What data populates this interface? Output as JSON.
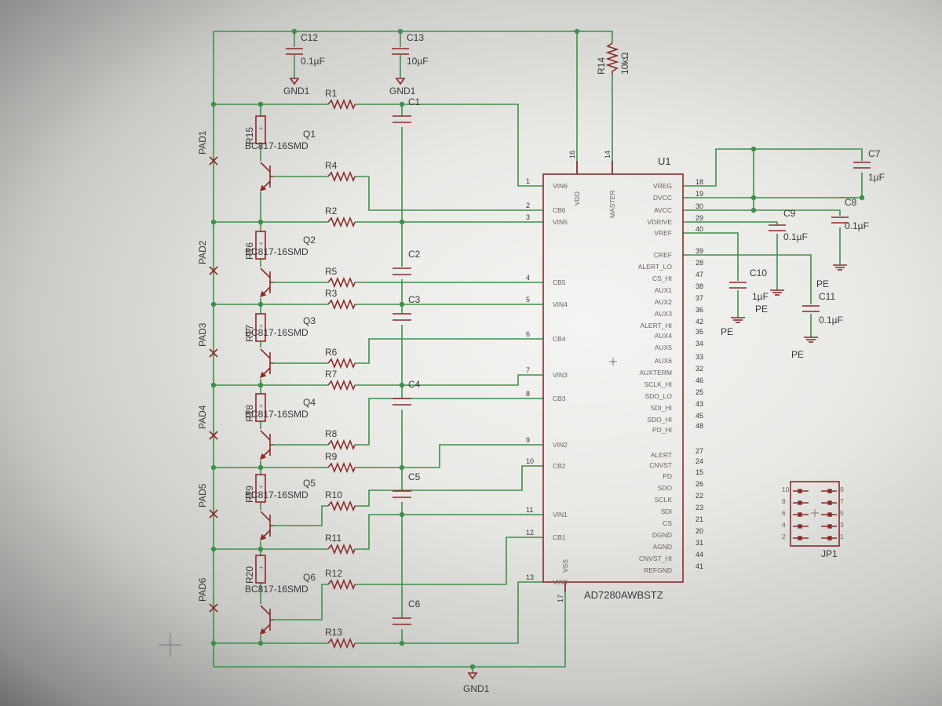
{
  "chip": {
    "ref": "U1",
    "part": "AD7280AWBSTZ",
    "vdd": "VDD",
    "vss": "VSS",
    "master": "MASTER",
    "vdd_pin": "16",
    "vss_pin": "17",
    "master_pin": "14",
    "left_pins": [
      {
        "num": "1",
        "name": "VIN6"
      },
      {
        "num": "2",
        "name": "CB6"
      },
      {
        "num": "3",
        "name": "VIN5"
      },
      {
        "num": "4",
        "name": "CB5"
      },
      {
        "num": "5",
        "name": "VIN4"
      },
      {
        "num": "6",
        "name": "CB4"
      },
      {
        "num": "7",
        "name": "VIN3"
      },
      {
        "num": "8",
        "name": "CB3"
      },
      {
        "num": "9",
        "name": "VIN2"
      },
      {
        "num": "10",
        "name": "CB2"
      },
      {
        "num": "11",
        "name": "VIN1"
      },
      {
        "num": "12",
        "name": "CB1"
      },
      {
        "num": "13",
        "name": "VIN0"
      }
    ],
    "right_pins": [
      {
        "num": "18",
        "name": "VREG"
      },
      {
        "num": "19",
        "name": "DVCC"
      },
      {
        "num": "30",
        "name": "AVCC"
      },
      {
        "num": "29",
        "name": "VDRIVE"
      },
      {
        "num": "40",
        "name": "VREF"
      },
      {
        "num": "39",
        "name": "CREF"
      },
      {
        "num": "28",
        "name": "ALERT_LO"
      },
      {
        "num": "47",
        "name": "CS_HI"
      },
      {
        "num": "38",
        "name": "AUX1"
      },
      {
        "num": "37",
        "name": "AUX2"
      },
      {
        "num": "36",
        "name": "AUX3"
      },
      {
        "num": "42",
        "name": "ALERT_HI"
      },
      {
        "num": "35",
        "name": "AUX4"
      },
      {
        "num": "34",
        "name": "AUX5"
      },
      {
        "num": "33",
        "name": "AUX6"
      },
      {
        "num": "32",
        "name": "AUXTERM"
      },
      {
        "num": "46",
        "name": "SCLK_HI"
      },
      {
        "num": "25",
        "name": "SDO_LO"
      },
      {
        "num": "43",
        "name": "SDI_HI"
      },
      {
        "num": "45",
        "name": "SDO_HI"
      },
      {
        "num": "48",
        "name": "PD_HI"
      },
      {
        "num": "27",
        "name": "ALERT"
      },
      {
        "num": "24",
        "name": "CNVST"
      },
      {
        "num": "15",
        "name": "PD"
      },
      {
        "num": "26",
        "name": "SDO"
      },
      {
        "num": "22",
        "name": "SCLK"
      },
      {
        "num": "23",
        "name": "SDI"
      },
      {
        "num": "21",
        "name": "CS"
      },
      {
        "num": "20",
        "name": "DGND"
      },
      {
        "num": "31",
        "name": "AGND"
      },
      {
        "num": "44",
        "name": "CNVST_HI"
      },
      {
        "num": "41",
        "name": "REFGND"
      }
    ]
  },
  "pads": [
    "PAD1",
    "PAD2",
    "PAD3",
    "PAD4",
    "PAD5",
    "PAD6"
  ],
  "transistors": [
    {
      "ref": "Q1",
      "part": "BC817-16SMD",
      "bias": "R15"
    },
    {
      "ref": "Q2",
      "part": "BC817-16SMD",
      "bias": "R16"
    },
    {
      "ref": "Q3",
      "part": "BC817-16SMD",
      "bias": "R17"
    },
    {
      "ref": "Q4",
      "part": "BC817-16SMD",
      "bias": "R18"
    },
    {
      "ref": "Q5",
      "part": "BC817-16SMD",
      "bias": "R19"
    },
    {
      "ref": "Q6",
      "part": "BC817-16SMD",
      "bias": "R20"
    }
  ],
  "vin_resistors": [
    "R1",
    "R2",
    "R3",
    "R7",
    "R9",
    "R11",
    "R13"
  ],
  "cb_resistors": [
    "R4",
    "R5",
    "R6",
    "R8",
    "R10",
    "R12"
  ],
  "filter_caps": [
    "C1",
    "C2",
    "C3",
    "C4",
    "C5",
    "C6"
  ],
  "top_caps": [
    {
      "ref": "C12",
      "value": "0.1µF",
      "gnd": "GND1"
    },
    {
      "ref": "C13",
      "value": "10µF",
      "gnd": "GND1"
    }
  ],
  "r14": {
    "ref": "R14",
    "value": "10kΩ"
  },
  "right_caps": [
    {
      "ref": "C7",
      "value": "1µF"
    },
    {
      "ref": "C8",
      "value": "0.1µF",
      "gnd": "PE"
    },
    {
      "ref": "C9",
      "value": "0.1µF"
    },
    {
      "ref": "C10",
      "value": "1µF",
      "gnd": "PE"
    },
    {
      "ref": "C11",
      "value": "0.1µF",
      "gnd": "PE"
    }
  ],
  "pe_extra": "PE",
  "bottom_gnd": "GND1",
  "connector": {
    "ref": "JP1",
    "left_nums": [
      "10",
      "8",
      "6",
      "4",
      "2"
    ],
    "right_nums": [
      "9",
      "7",
      "5",
      "3",
      "1"
    ]
  },
  "colors": {
    "wire": "#3f8f4a",
    "component": "#8a2a2a"
  }
}
